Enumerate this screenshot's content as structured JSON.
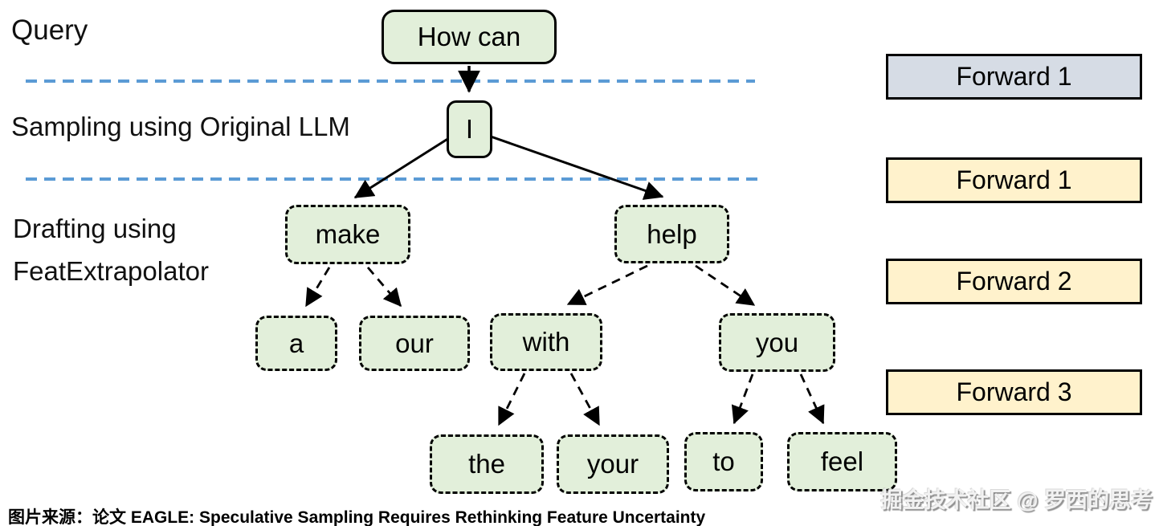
{
  "stage_labels": {
    "query": "Query",
    "sampling": "Sampling using Original LLM",
    "drafting_line1": "Drafting using",
    "drafting_line2": "FeatExtrapolator"
  },
  "tree": {
    "nodes": {
      "how_can": "How can",
      "i": "I",
      "make": "make",
      "help": "help",
      "a": "a",
      "our": "our",
      "with": "with",
      "you": "you",
      "the": "the",
      "your": "your",
      "to": "to",
      "feel": "feel"
    },
    "edges": [
      {
        "from": "How can",
        "to": "I",
        "style": "solid"
      },
      {
        "from": "I",
        "to": "make",
        "style": "solid"
      },
      {
        "from": "I",
        "to": "help",
        "style": "solid"
      },
      {
        "from": "make",
        "to": "a",
        "style": "dashed"
      },
      {
        "from": "make",
        "to": "our",
        "style": "dashed"
      },
      {
        "from": "help",
        "to": "with",
        "style": "dashed"
      },
      {
        "from": "help",
        "to": "you",
        "style": "dashed"
      },
      {
        "from": "with",
        "to": "the",
        "style": "dashed"
      },
      {
        "from": "with",
        "to": "your",
        "style": "dashed"
      },
      {
        "from": "you",
        "to": "to",
        "style": "dashed"
      },
      {
        "from": "you",
        "to": "feel",
        "style": "dashed"
      }
    ]
  },
  "forward_boxes": [
    {
      "label": "Forward 1",
      "fill": "#d6dce5"
    },
    {
      "label": "Forward 1",
      "fill": "#fff2cc"
    },
    {
      "label": "Forward 2",
      "fill": "#fff2cc"
    },
    {
      "label": "Forward 3",
      "fill": "#fff2cc"
    }
  ],
  "caption": "图片来源：论文 EAGLE: Speculative Sampling Requires Rethinking Feature Uncertainty",
  "watermark": "掘金技术社区 @ 罗西的思考",
  "colors": {
    "node_fill": "#e2efda",
    "node_border": "#000000",
    "separator_blue": "#5b9bd5",
    "forward_gray_fill": "#d6dce5",
    "forward_yellow_fill": "#fff2cc"
  }
}
